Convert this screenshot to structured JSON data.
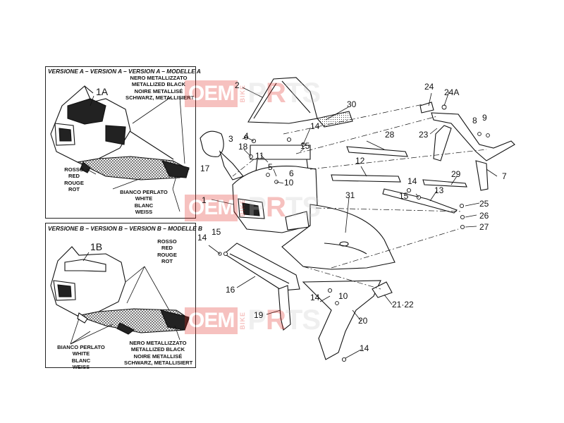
{
  "version_a": {
    "header": "VERSIONE A – VERSION A – VERSION A – MODELLE A",
    "part": "1A",
    "black_note": [
      "NERO METALLIZZATO",
      "METALLIZED BLACK",
      "NOIRE METALLISÉ",
      "SCHWARZ, METALLISIERT"
    ],
    "red_note": [
      "ROSSO",
      "RED",
      "ROUGE",
      "ROT"
    ],
    "white_note": [
      "BIANCO PERLATO",
      "WHITE",
      "BLANC",
      "WEISS"
    ]
  },
  "version_b": {
    "header": "VERSIONE B – VERSION B – VERSION B – MODELLE B",
    "part": "1B",
    "red_note": [
      "ROSSO",
      "RED",
      "ROUGE",
      "ROT"
    ],
    "white_note": [
      "BIANCO PERLATO",
      "WHITE",
      "BLANC",
      "WEISS"
    ],
    "black_note": [
      "NERO METALLIZZATO",
      "METALLIZED BLACK",
      "NOIRE METALLISÉ",
      "SCHWARZ, METALLISIERT"
    ]
  },
  "callouts": [
    {
      "id": "c1",
      "label": "1"
    },
    {
      "id": "c2",
      "label": "2"
    },
    {
      "id": "c3",
      "label": "3"
    },
    {
      "id": "c4",
      "label": "4"
    },
    {
      "id": "c5",
      "label": "5"
    },
    {
      "id": "c6",
      "label": "6"
    },
    {
      "id": "c7",
      "label": "7"
    },
    {
      "id": "c8",
      "label": "8"
    },
    {
      "id": "c9",
      "label": "9"
    },
    {
      "id": "c10a",
      "label": "10"
    },
    {
      "id": "c10b",
      "label": "10"
    },
    {
      "id": "c11",
      "label": "11"
    },
    {
      "id": "c12",
      "label": "12"
    },
    {
      "id": "c13",
      "label": "13"
    },
    {
      "id": "c14a",
      "label": "14"
    },
    {
      "id": "c14b",
      "label": "14"
    },
    {
      "id": "c14c",
      "label": "14"
    },
    {
      "id": "c14d",
      "label": "14"
    },
    {
      "id": "c14e",
      "label": "14"
    },
    {
      "id": "c15a",
      "label": "15"
    },
    {
      "id": "c15b",
      "label": "15"
    },
    {
      "id": "c15c",
      "label": "15"
    },
    {
      "id": "c16",
      "label": "16"
    },
    {
      "id": "c17",
      "label": "17"
    },
    {
      "id": "c18",
      "label": "18"
    },
    {
      "id": "c19",
      "label": "19"
    },
    {
      "id": "c20",
      "label": "20"
    },
    {
      "id": "c2122",
      "label": "21·22"
    },
    {
      "id": "c23",
      "label": "23"
    },
    {
      "id": "c24",
      "label": "24"
    },
    {
      "id": "c24a",
      "label": "24A"
    },
    {
      "id": "c25",
      "label": "25"
    },
    {
      "id": "c26",
      "label": "26"
    },
    {
      "id": "c27",
      "label": "27"
    },
    {
      "id": "c28",
      "label": "28"
    },
    {
      "id": "c29",
      "label": "29"
    },
    {
      "id": "c30",
      "label": "30"
    },
    {
      "id": "c31",
      "label": "31"
    }
  ],
  "watermark": {
    "oem": "OEM",
    "bike": "BIKE",
    "parts_pre": "P",
    "parts_mid": "R",
    "parts_post": "TS"
  },
  "colors": {
    "line": "#111111",
    "watermark_red": "#e2261e",
    "watermark_grey": "#c9c9c9"
  }
}
